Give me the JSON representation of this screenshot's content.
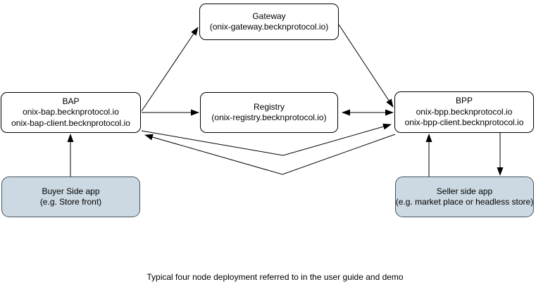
{
  "diagram": {
    "caption": "Typical four node deployment referred to in the user guide and demo",
    "nodes": {
      "gateway": {
        "lines": [
          "Gateway",
          "(onix-gateway.becknprotocol.io)"
        ]
      },
      "bap": {
        "lines": [
          "BAP",
          "onix-bap.becknprotocol.io",
          "onix-bap-client.becknprotocol.io"
        ]
      },
      "registry": {
        "lines": [
          "Registry",
          "(onix-registry.becknprotocol.io)"
        ]
      },
      "bpp": {
        "lines": [
          "BPP",
          "onix-bpp.becknprotocol.io",
          "onix-bpp-client.becknprotocol.io"
        ]
      },
      "buyer_app": {
        "lines": [
          "Buyer Side app",
          "(e.g. Store front)"
        ]
      },
      "seller_app": {
        "lines": [
          "Seller side app",
          "(e.g. market place or headless store)"
        ]
      }
    },
    "edges": [
      {
        "name": "bap-to-gateway",
        "from": "bap",
        "to": "gateway",
        "direction": "one-way"
      },
      {
        "name": "gateway-to-bpp",
        "from": "gateway",
        "to": "bpp",
        "direction": "one-way"
      },
      {
        "name": "bap-to-registry",
        "from": "bap",
        "to": "registry",
        "direction": "one-way"
      },
      {
        "name": "registry-to-bpp",
        "from": "registry",
        "to": "bpp",
        "direction": "two-way"
      },
      {
        "name": "bap-to-bpp",
        "from": "bap",
        "to": "bpp",
        "direction": "one-way"
      },
      {
        "name": "bpp-to-bap",
        "from": "bpp",
        "to": "bap",
        "direction": "one-way"
      },
      {
        "name": "buyer-app-to-bap",
        "from": "buyer_app",
        "to": "bap",
        "direction": "one-way"
      },
      {
        "name": "seller-app-to-bpp",
        "from": "seller_app",
        "to": "bpp",
        "direction": "one-way"
      },
      {
        "name": "bpp-to-seller-app",
        "from": "bpp",
        "to": "seller_app",
        "direction": "one-way"
      }
    ],
    "colors": {
      "background": "#ffffff",
      "node_fill": "#ffffff",
      "node_border": "#000000",
      "app_fill": "#ccd9e2",
      "app_border": "#43545e",
      "arrow": "#000000"
    }
  }
}
